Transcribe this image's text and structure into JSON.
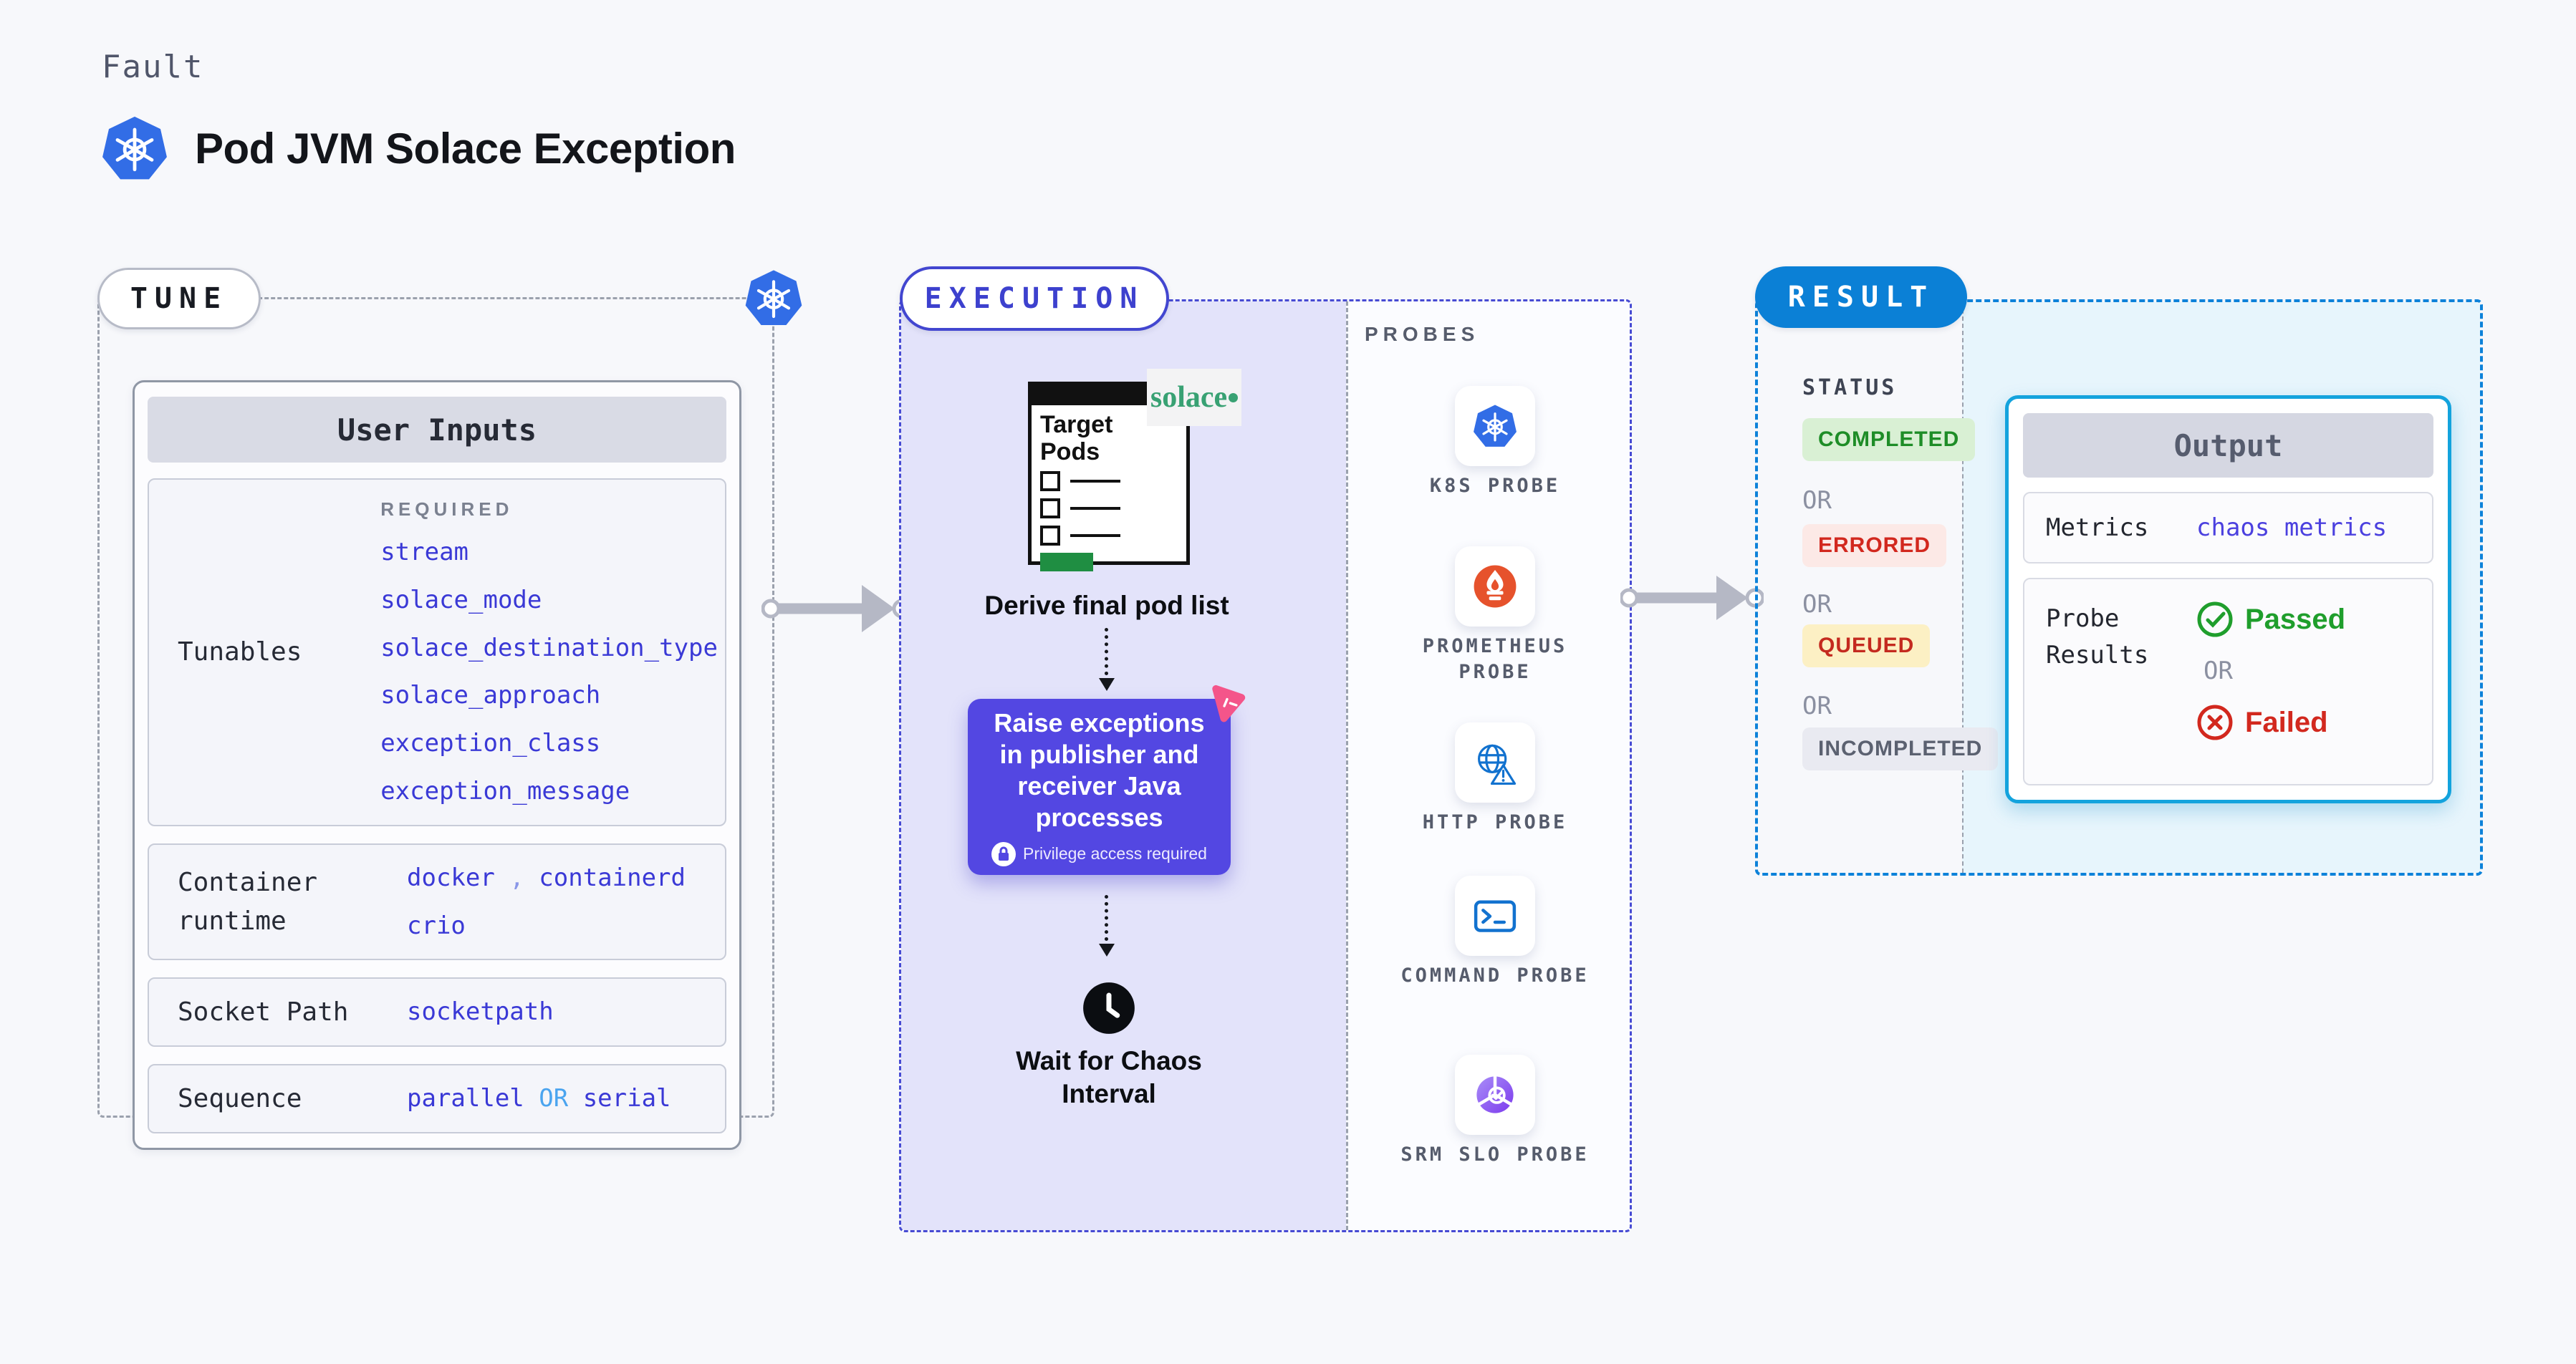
{
  "header": {
    "eyebrow": "Fault",
    "title": "Pod JVM Solace Exception"
  },
  "tune": {
    "pill": "TUNE",
    "card_title": "User Inputs",
    "tunables": {
      "label": "Tunables",
      "required": "REQUIRED",
      "values": [
        "stream",
        "solace_mode",
        "solace_destination_type",
        "solace_approach",
        "exception_class",
        "exception_message"
      ]
    },
    "container": {
      "label": "Container runtime",
      "v1": "docker",
      "sep": ",",
      "v2": "containerd",
      "v3": "crio"
    },
    "socket": {
      "label": "Socket Path",
      "value": "socketpath"
    },
    "sequence": {
      "label": "Sequence",
      "v1": "parallel",
      "or": "OR",
      "v2": "serial"
    }
  },
  "execution": {
    "pill": "EXECUTION",
    "window_title": "Target Pods",
    "solace_logo": "solace",
    "step_derive": "Derive final pod list",
    "chaos": {
      "text": "Raise exceptions in publisher and receiver Java processes",
      "badge": "Privilege access required"
    },
    "step_wait": "Wait for Chaos Interval",
    "probes": {
      "label": "PROBES",
      "items": [
        {
          "label": "K8S PROBE",
          "icon": "kubernetes-icon"
        },
        {
          "label": "PROMETHEUS PROBE",
          "icon": "prometheus-icon"
        },
        {
          "label": "HTTP PROBE",
          "icon": "http-globe-icon"
        },
        {
          "label": "COMMAND PROBE",
          "icon": "terminal-icon"
        },
        {
          "label": "SRM SLO PROBE",
          "icon": "srm-slo-icon"
        }
      ]
    }
  },
  "result": {
    "pill": "RESULT",
    "status": {
      "label": "STATUS",
      "or": "OR",
      "badges": [
        {
          "text": "COMPLETED",
          "bg": "#d9f0d4",
          "fg": "#1e8d27"
        },
        {
          "text": "ERRORED",
          "bg": "#fce9e6",
          "fg": "#d2281e"
        },
        {
          "text": "QUEUED",
          "bg": "#fcf0c4",
          "fg": "#c42a1f"
        },
        {
          "text": "INCOMPLETED",
          "bg": "#e9eaf1",
          "fg": "#5b6170"
        }
      ]
    },
    "output": {
      "title": "Output",
      "metrics_label": "Metrics",
      "metrics_value": "chaos metrics",
      "probe_label": "Probe Results",
      "passed": "Passed",
      "or": "OR",
      "failed": "Failed"
    }
  },
  "colors": {
    "kubernetes_blue": "#326de6",
    "execution_indigo": "#4246d0",
    "chaos_purple": "#5347e2",
    "litmus_pink": "#f4558a",
    "result_blue": "#0b80d6",
    "output_border": "#13a3dd",
    "success_green": "#1f9e2c",
    "error_red": "#d2281e",
    "prometheus_orange": "#e6522c",
    "solace_green": "#38a173",
    "value_blue": "#3a39d6",
    "or_light_blue": "#4aa4ef",
    "lavender_bg": "#e3e3fa",
    "cyan_bg": "#e7f5fc"
  }
}
